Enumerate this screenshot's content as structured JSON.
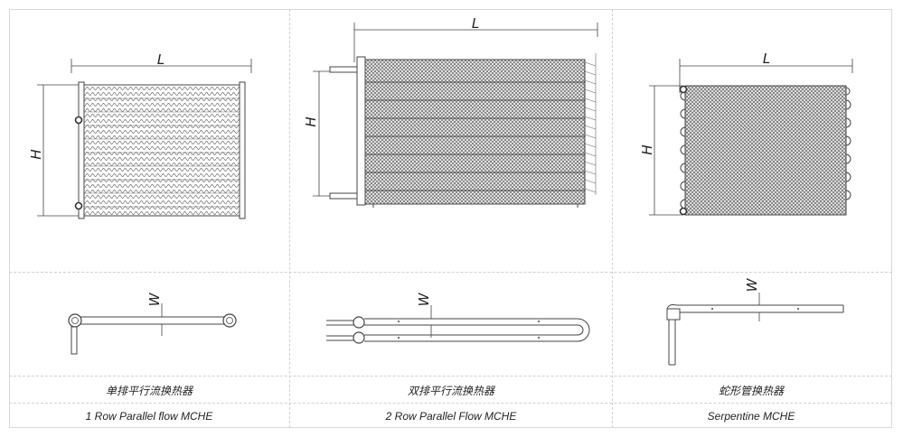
{
  "dimension_labels": {
    "length": "L",
    "height": "H",
    "width": "W"
  },
  "products": [
    {
      "name_cn": "单排平行流换热器",
      "name_en": "1 Row Parallel flow MCHE"
    },
    {
      "name_cn": "双排平行流换热器",
      "name_en": "2 Row Parallel Flow MCHE"
    },
    {
      "name_cn": "蛇形管换热器",
      "name_en": "Serpentine MCHE"
    }
  ],
  "colors": {
    "line": "#444444",
    "border": "#d9d9d9",
    "text": "#222222"
  }
}
